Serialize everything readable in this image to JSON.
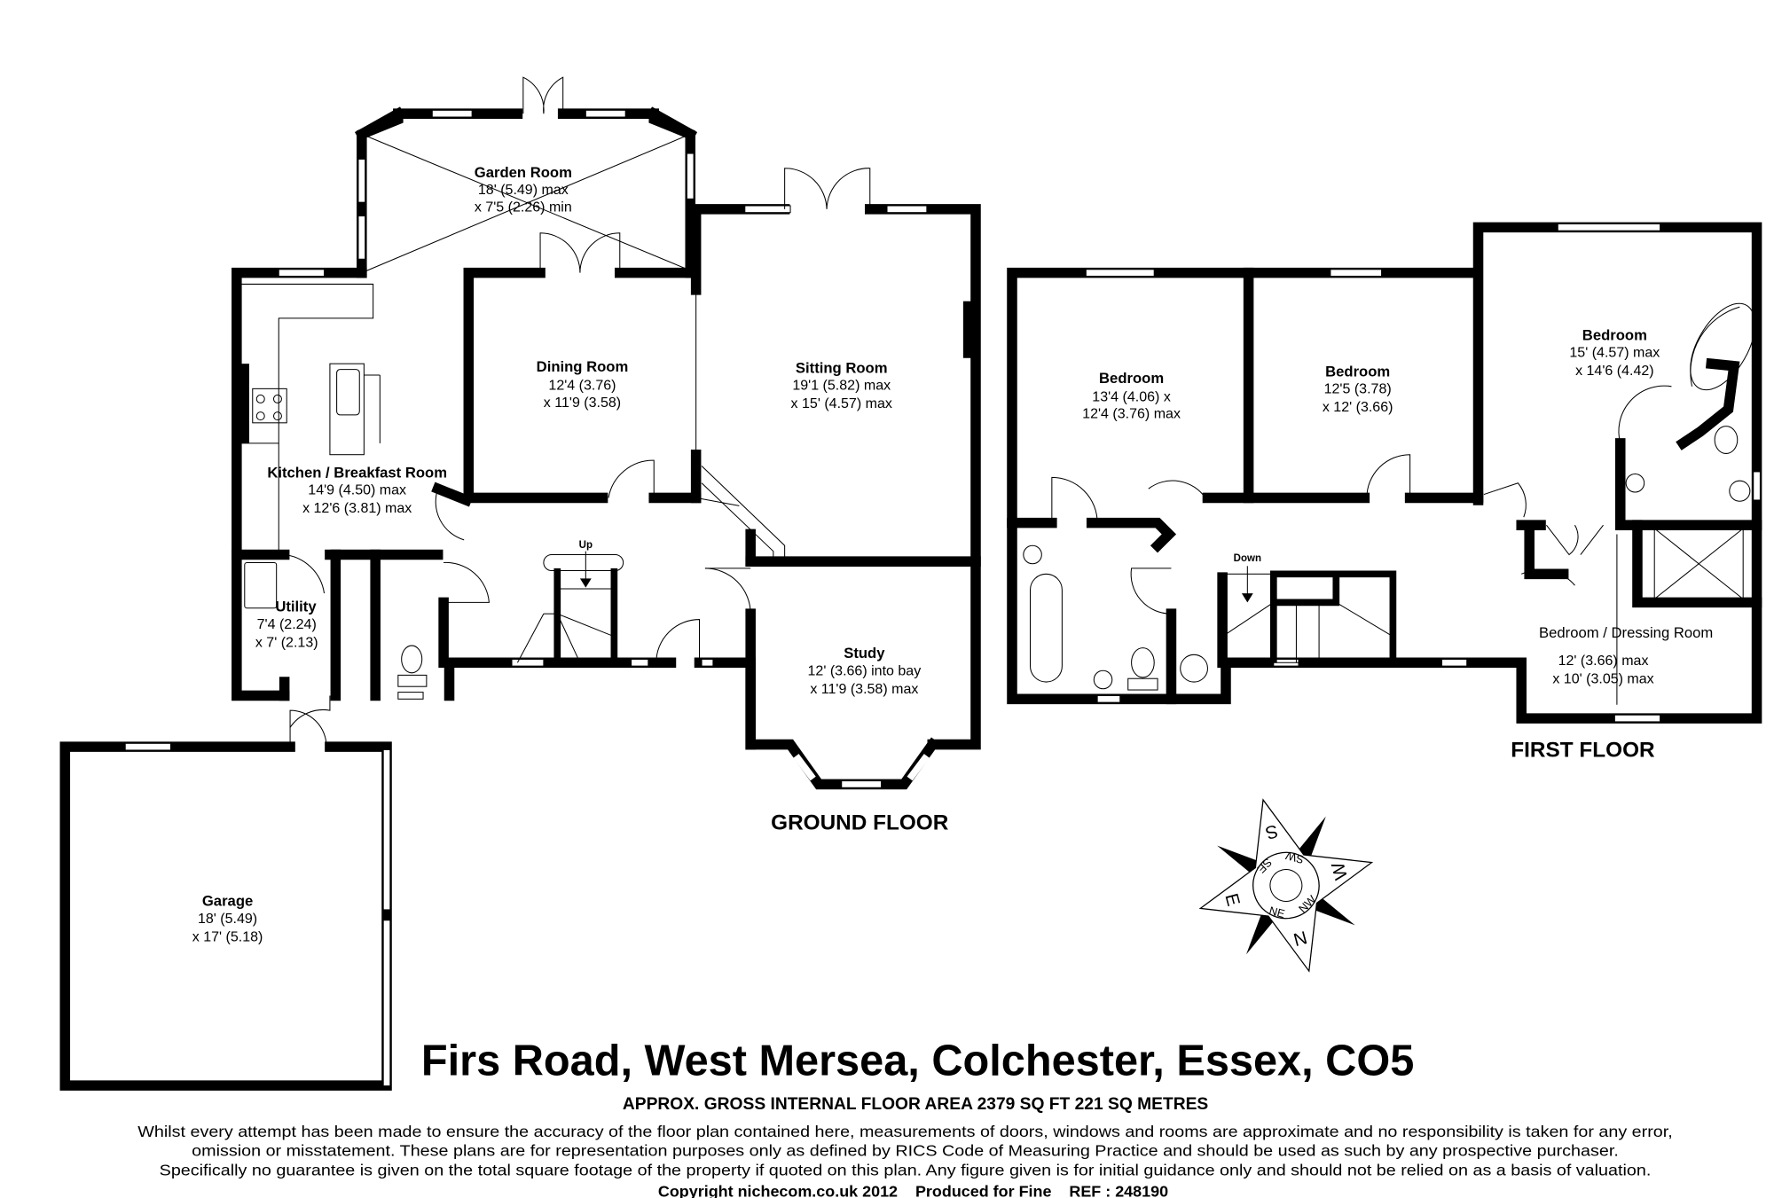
{
  "ground_floor": {
    "label": "GROUND FLOOR",
    "stairs_label": "Up",
    "rooms": [
      {
        "name": "Garden Room",
        "dim1": "18' (5.49) max",
        "dim2": "x 7'5 (2.26) min"
      },
      {
        "name": "Dining Room",
        "dim1": "12'4 (3.76)",
        "dim2": "x 11'9 (3.58)"
      },
      {
        "name": "Sitting Room",
        "dim1": "19'1 (5.82) max",
        "dim2": "x 15' (4.57) max"
      },
      {
        "name": "Kitchen / Breakfast Room",
        "dim1": "14'9 (4.50) max",
        "dim2": "x 12'6 (3.81) max"
      },
      {
        "name": "Utility",
        "dim1": "7'4 (2.24)",
        "dim2": "x 7' (2.13)"
      },
      {
        "name": "Study",
        "dim1": "12' (3.66) into bay",
        "dim2": "x 11'9 (3.58) max"
      },
      {
        "name": "Garage",
        "dim1": "18' (5.49)",
        "dim2": "x 17' (5.18)"
      }
    ]
  },
  "first_floor": {
    "label": "FIRST FLOOR",
    "stairs_label": "Down",
    "rooms": [
      {
        "name": "Bedroom",
        "dim1": "13'4 (4.06) x",
        "dim2": "12'4 (3.76) max"
      },
      {
        "name": "Bedroom",
        "dim1": "12'5 (3.78)",
        "dim2": "x 12' (3.66)"
      },
      {
        "name": "Bedroom",
        "dim1": "15' (4.57) max",
        "dim2": "x 14'6 (4.42)"
      },
      {
        "name": "Bedroom / Dressing Room",
        "dim1": "12' (3.66) max",
        "dim2": "x 10' (3.05) max"
      }
    ]
  },
  "compass": {
    "main": [
      "S",
      "W",
      "N",
      "E"
    ],
    "inter": [
      "SE",
      "SW",
      "NW",
      "NE"
    ]
  },
  "footer": {
    "address": "Firs Road, West Mersea, Colchester, Essex, CO5",
    "area": "APPROX. GROSS INTERNAL FLOOR AREA 2379 SQ FT 221 SQ METRES",
    "disclaimer": [
      "Whilst every attempt has been made to ensure the accuracy of the floor plan contained here, measurements of doors, windows and rooms are approximate and no responsibility is taken for any error,",
      "omission or misstatement. These plans are for representation purposes only as defined by RICS Code of Measuring Practice and should be used as such by any prospective purchaser.",
      "Specifically no guarantee is given on the total square footage of the property if quoted on this plan. Any figure given is for initial guidance only and should not be relied on as a basis of valuation."
    ],
    "copyright": "Copyright nichecom.co.uk 2012    Produced for Fine    REF : 248190"
  }
}
